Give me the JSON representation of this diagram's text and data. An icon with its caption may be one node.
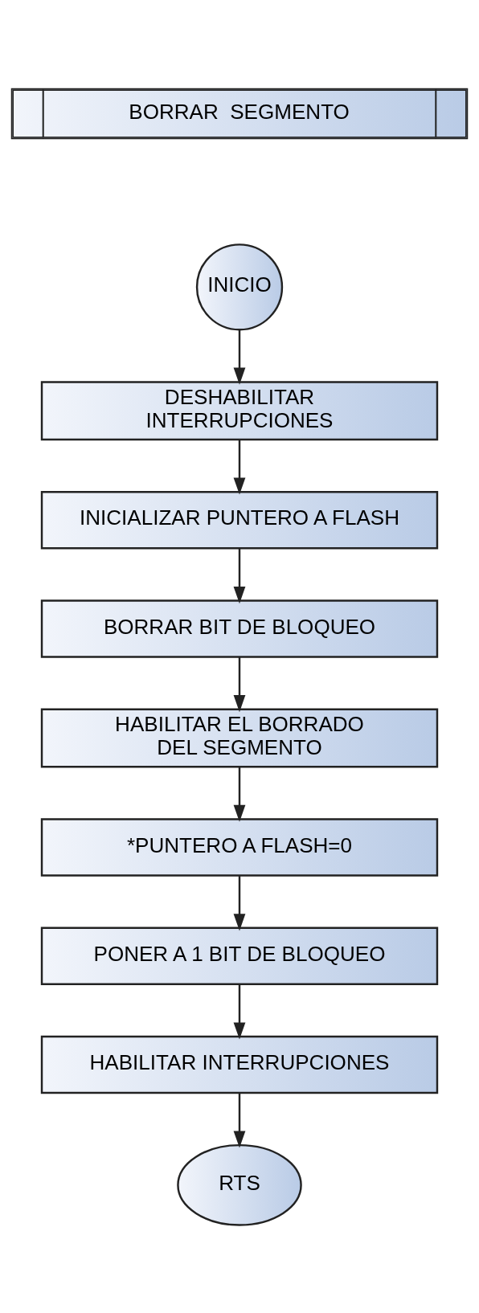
{
  "diagram": {
    "nodes": [
      {
        "text": [
          "BORRAR  SEGMENTO"
        ]
      },
      {
        "text": [
          "INICIO"
        ]
      },
      {
        "text": [
          "DESHABILITAR INTERRUPCIONES"
        ]
      },
      {
        "text": [
          "INICIALIZAR PUNTERO A FLASH"
        ]
      },
      {
        "text": [
          "BORRAR BIT DE BLOQUEO"
        ]
      },
      {
        "text": [
          "HABILITAR EL BORRADO DEL SEGMENTO"
        ]
      },
      {
        "text": [
          "*PUNTERO A FLASH=0"
        ]
      },
      {
        "text": [
          "PONER A 1 BIT DE BLOQUEO"
        ]
      },
      {
        "text": [
          "HABILITAR INTERRUPCIONES"
        ]
      },
      {
        "text": [
          "RTS"
        ]
      }
    ],
    "edges": [
      {
        "from": 1,
        "to": 2,
        "arrow": "to"
      },
      {
        "from": 2,
        "to": 3,
        "arrow": "to"
      },
      {
        "from": 3,
        "to": 4,
        "arrow": "to"
      },
      {
        "from": 4,
        "to": 5,
        "arrow": "to"
      },
      {
        "from": 5,
        "to": 6,
        "arrow": "to"
      },
      {
        "from": 6,
        "to": 7,
        "arrow": "to"
      },
      {
        "from": 7,
        "to": 8,
        "arrow": "to"
      },
      {
        "from": 8,
        "to": 9,
        "arrow": "to"
      }
    ]
  }
}
